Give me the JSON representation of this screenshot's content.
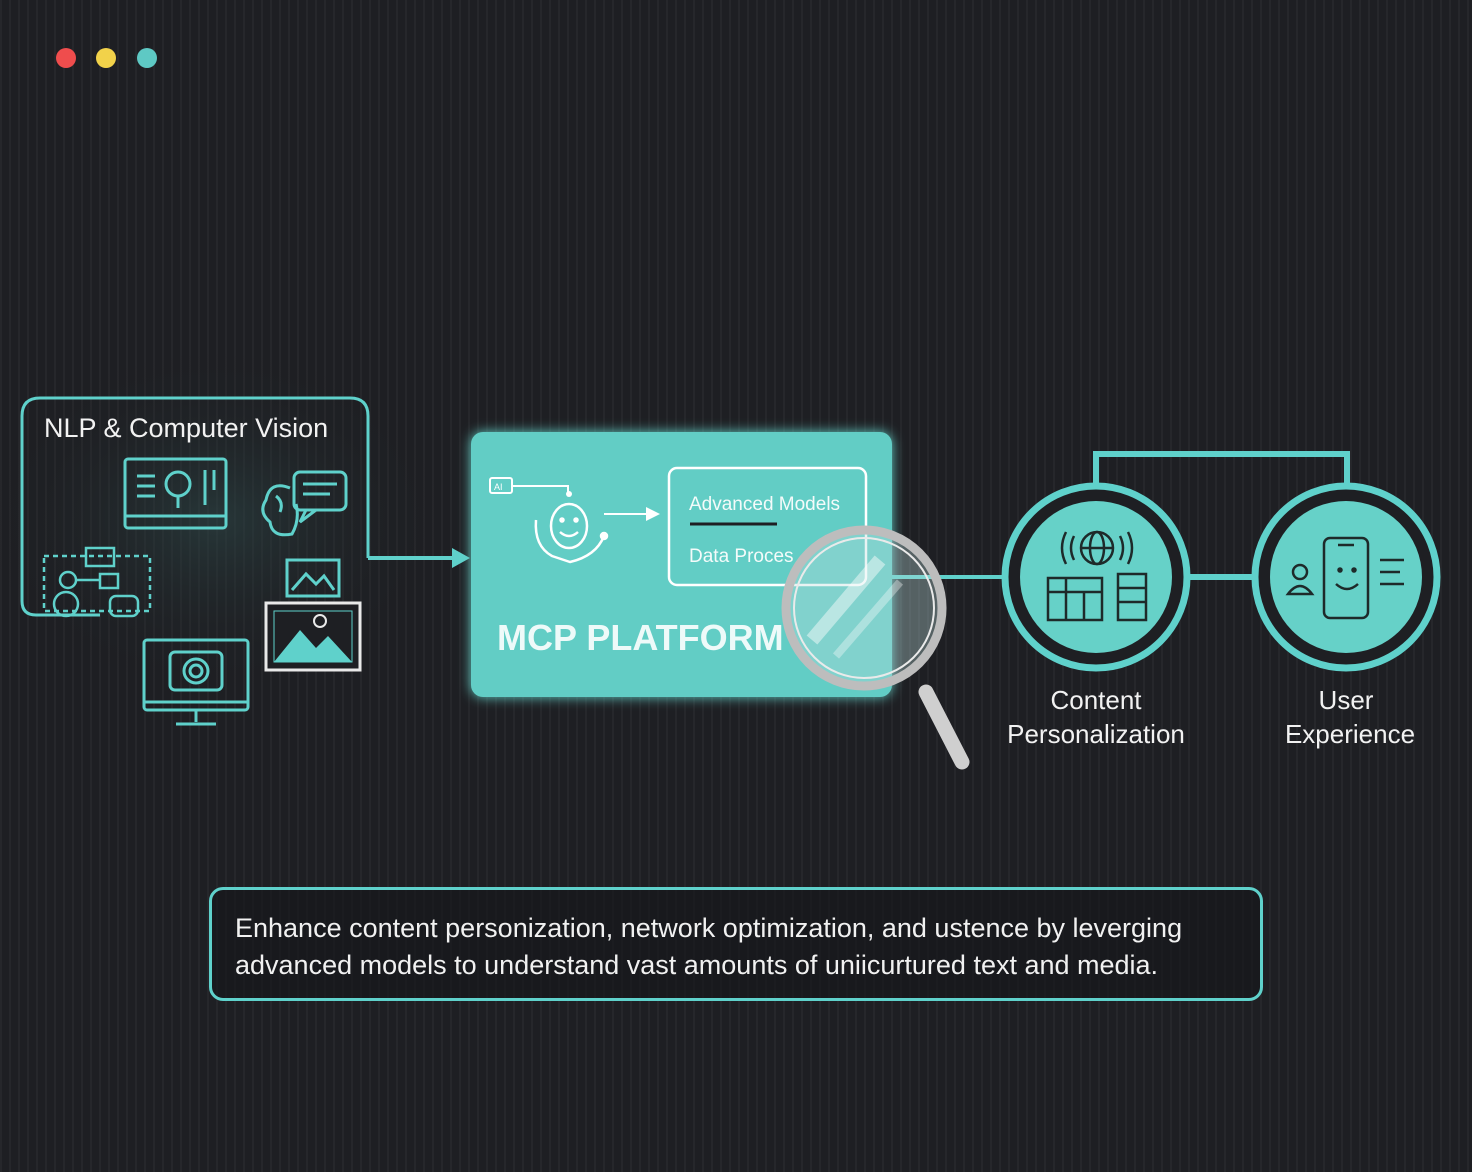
{
  "window_controls": {
    "colors": [
      "#ef4d4d",
      "#f2d24a",
      "#5ec9c4"
    ]
  },
  "diagram": {
    "accent_color": "#5fd1cb",
    "input_panel": {
      "title": "NLP & Computer Vision",
      "icons": [
        "dashboard-icon",
        "brain-chat-icon",
        "workflow-icon",
        "image-icon",
        "photo-icon",
        "camera-monitor-icon"
      ]
    },
    "platform": {
      "badge": "AI",
      "title": "MCP PLATFORM",
      "items": [
        "Advanced Models",
        "Data Proces"
      ],
      "icons": [
        "smiley-bot-icon",
        "magnifier-icon"
      ]
    },
    "outputs": [
      {
        "label_line1": "Content",
        "label_line2": "Personalization",
        "icon": "globe-layout-icon"
      },
      {
        "label_line1": "User",
        "label_line2": "Experience",
        "icon": "user-phone-icon"
      }
    ]
  },
  "caption": {
    "line1": "Enhance content personization, network optimization, and ustence by leverging",
    "line2": "advanced models to understand vast amounts of uniicurtured text and media."
  }
}
